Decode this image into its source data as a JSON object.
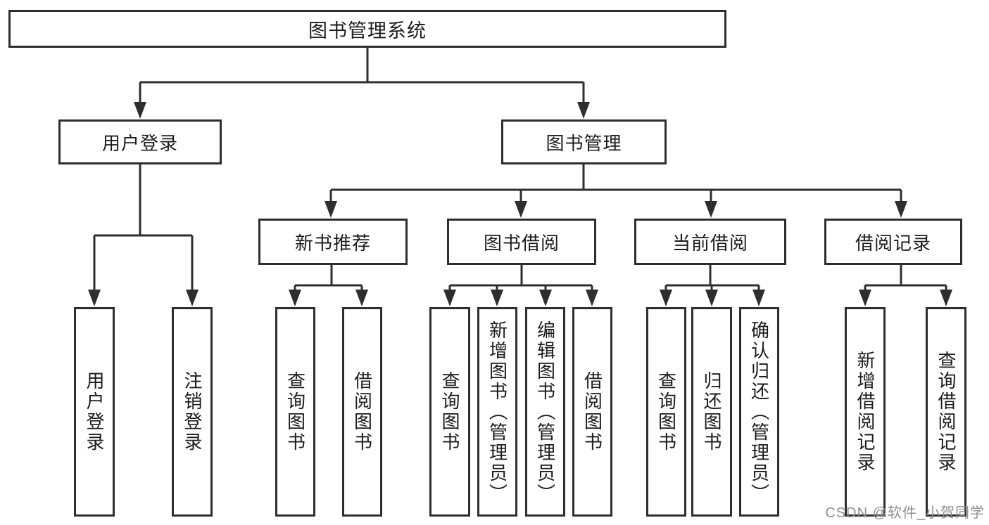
{
  "tree": {
    "root": {
      "label": "图书管理系统"
    },
    "branches": [
      {
        "label": "用户登录",
        "children": [
          "用户登录",
          "注销登录"
        ]
      },
      {
        "label": "图书管理",
        "sections": [
          {
            "label": "新书推荐",
            "children": [
              "查询图书",
              "借阅图书"
            ]
          },
          {
            "label": "图书借阅",
            "children": [
              "查询图书",
              "新增图书（管理员）",
              "编辑图书（管理员）",
              "借阅图书"
            ]
          },
          {
            "label": "当前借阅",
            "children": [
              "查询图书",
              "归还图书",
              "确认归还（管理员）"
            ]
          },
          {
            "label": "借阅记录",
            "children": [
              "新增借阅记录",
              "查询借阅记录"
            ]
          }
        ]
      }
    ]
  },
  "watermark": {
    "text": "CSDN @软件_小贺同学"
  },
  "colors": {
    "line": "#2e2e2e",
    "box_border": "#2e2e2e",
    "box_background": "#ffffff",
    "text": "#1c1c1c",
    "watermark": "#8f8f8f",
    "page_background": "#ffffff"
  }
}
